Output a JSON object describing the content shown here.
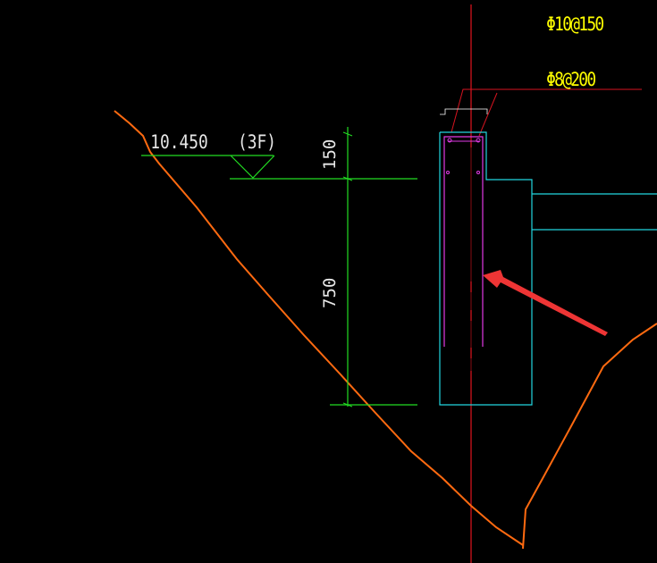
{
  "drawing": {
    "rebar_top_label": "Φ10@150",
    "rebar_stirrup_label": "Φ8@200",
    "elevation_value": "10.450",
    "floor_tag": "(3F)",
    "dim_upper": "150",
    "dim_lower": "750"
  },
  "colors": {
    "background": "#000000",
    "axis_line": "#e0141e",
    "annotation_text": "#ffff00",
    "leader_line": "#d81420",
    "dimension": "#22dd22",
    "dimension_text": "#e8e8e8",
    "concrete_outline": "#22d6e0",
    "rebar": "#e23ae6",
    "boundary_curve": "#ff6a10",
    "pointer_arrow": "#ee3535",
    "center_dash": "#1a1a1a"
  }
}
